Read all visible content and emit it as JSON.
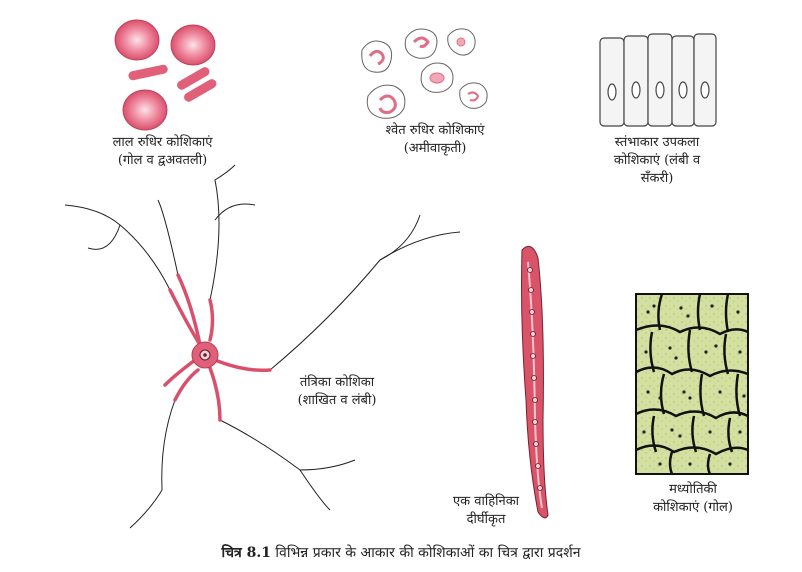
{
  "labels": {
    "rbc_l1": "लाल रुधिर कोशिकाएं",
    "rbc_l2": "(गोल व द्वअवतली)",
    "wbc_l1": "श्वेत रुधिर कोशिकाएं",
    "wbc_l2": "(अमीवाकृती)",
    "col_l1": "स्तंभाकार उपकला",
    "col_l2": "कोशिकाएं (लंबी व",
    "col_l3": "सँकरी)",
    "nerve_l1": "तंत्रिका कोशिका",
    "nerve_l2": "(शाखित व लंबी)",
    "vessel_l1": "एक वाहिनिका",
    "vessel_l2": "दीर्घीकृत",
    "paren_l1": "मध्योतिकी",
    "paren_l2": "कोशिकाएं (गोल)"
  },
  "caption": {
    "fig": "चित्र 8.1",
    "text": "विभिन्न प्रकार के आकार की कोशिकाओं का चित्र द्वारा प्रदर्शन"
  },
  "colors": {
    "rbc": "#e9758f",
    "rbc_light": "#f7cfd8",
    "nerve": "#d9506c",
    "vessel": "#d95468",
    "parenchyma": "#d4e0a0"
  }
}
